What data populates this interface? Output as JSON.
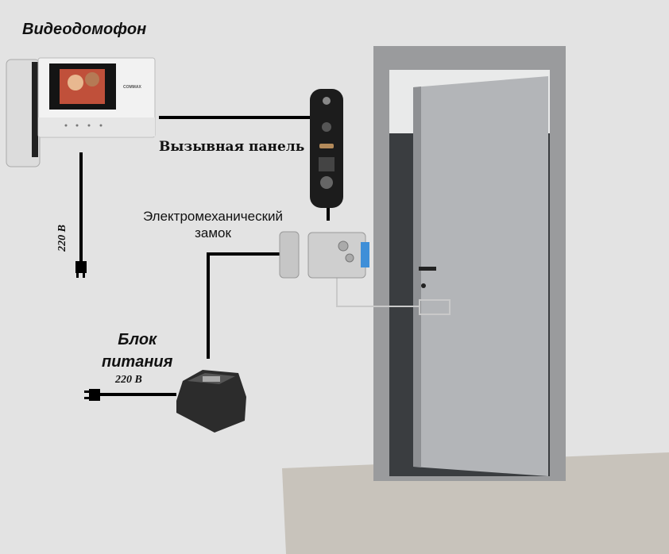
{
  "labels": {
    "intercom": "Видеодомофон",
    "call_panel": "Вызывная панель",
    "lock_line1": "Электромеханический",
    "lock_line2": "замок",
    "psu_line1": "Блок",
    "psu_line2": "питания",
    "voltage_monitor": "220 В",
    "voltage_psu": "220 В",
    "brand": "COMMAX"
  },
  "colors": {
    "background": "#e3e3e3",
    "wire": "#000000",
    "door_frame": "#9a9b9d",
    "door_leaf": "#b3b5b8",
    "floor": "#c8c3bb"
  }
}
